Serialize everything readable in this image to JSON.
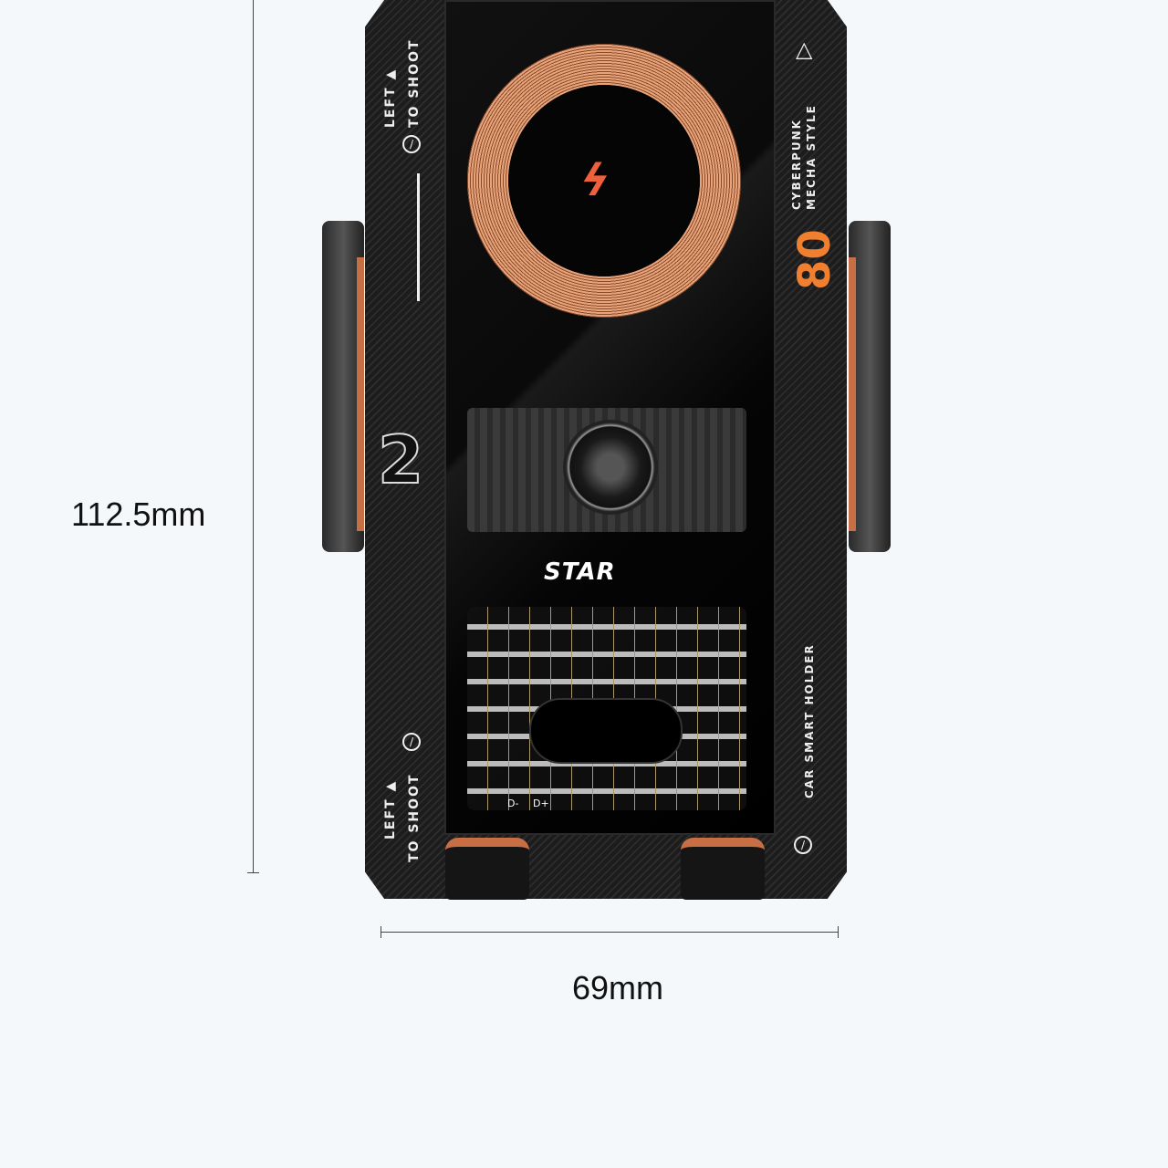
{
  "dimensions": {
    "height_label": "112.5mm",
    "width_label": "69mm"
  },
  "product": {
    "brand_logo": "STAR",
    "left_top_label": [
      "LEFT ▲",
      "TO SHOOT"
    ],
    "left_bottom_label": [
      "LEFT ▲",
      "TO SHOOT"
    ],
    "side_number": "2",
    "right_number": "80",
    "right_top_label": [
      "CYBERPUNK",
      "MECHA STYLE"
    ],
    "right_bottom_label": "CAR SMART HOLDER",
    "pcb_labels": [
      "D-",
      "D+"
    ],
    "accent_color": "#c86e45",
    "number_color": "#f08030"
  }
}
